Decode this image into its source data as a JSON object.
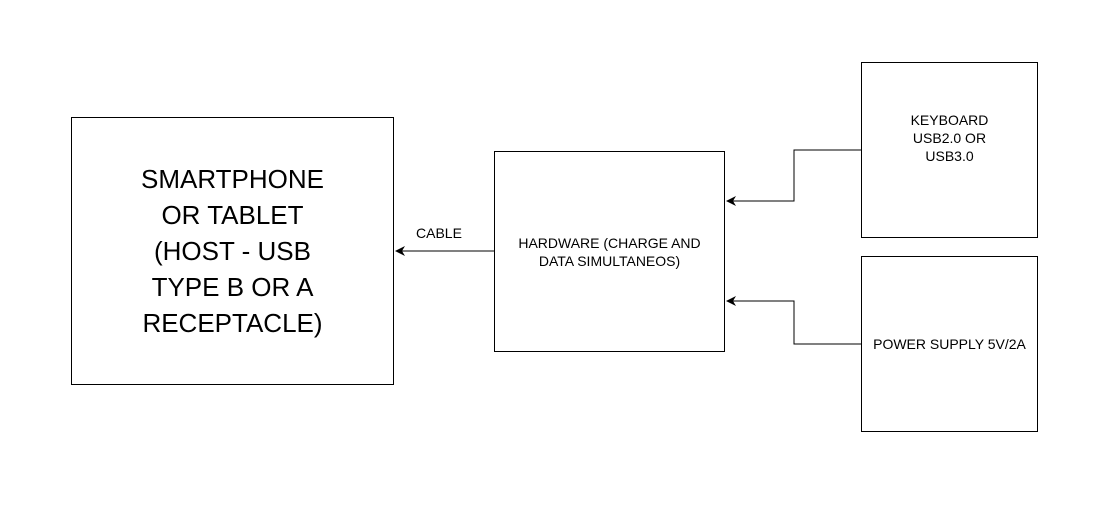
{
  "nodes": {
    "phone": {
      "label": "SMARTPHONE\nOR TABLET\n(HOST - USB\nTYPE B OR A\nRECEPTACLE)"
    },
    "hardware": {
      "label": "HARDWARE (CHARGE AND\nDATA SIMULTANEOS)"
    },
    "keyboard": {
      "label": "KEYBOARD\nUSB2.0 OR\nUSB3.0"
    },
    "power": {
      "label": "POWER SUPPLY 5V/2A"
    }
  },
  "edges": [
    {
      "from": "hardware",
      "to": "phone",
      "label": "CABLE"
    },
    {
      "from": "keyboard",
      "to": "hardware"
    },
    {
      "from": "power",
      "to": "hardware"
    }
  ]
}
